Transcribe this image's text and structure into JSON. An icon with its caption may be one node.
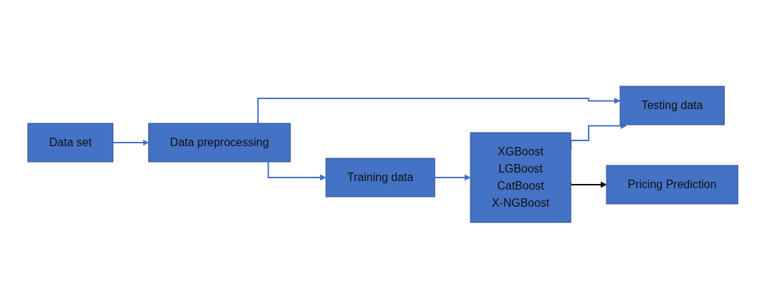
{
  "diagram": {
    "nodes": [
      {
        "text": [
          "Data set"
        ]
      },
      {
        "text": [
          "Data preprocessing"
        ]
      },
      {
        "text": [
          "Training data"
        ]
      },
      {
        "text": [
          "Testing data"
        ]
      },
      {
        "text": [
          "XGBoost",
          "LGBoost",
          "CatBoost",
          "X-NGBoost"
        ]
      },
      {
        "text": [
          "Pricing Prediction"
        ]
      }
    ],
    "edges": [
      {
        "from": 0,
        "to": 1,
        "arrow": "to"
      },
      {
        "from": 1,
        "to": 2,
        "arrow": "to"
      },
      {
        "from": 1,
        "to": 3,
        "arrow": "to"
      },
      {
        "from": 2,
        "to": 4,
        "arrow": "to"
      },
      {
        "from": 4,
        "to": 3,
        "arrow": "to"
      },
      {
        "from": 4,
        "to": 5,
        "arrow": "to",
        "color": "#000000"
      }
    ]
  }
}
